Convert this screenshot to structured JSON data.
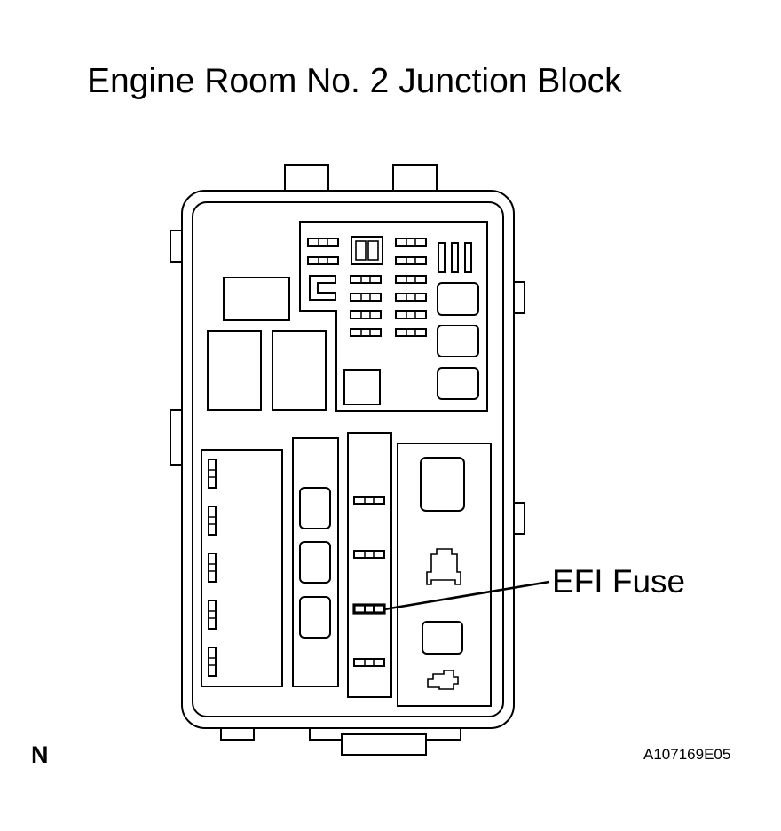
{
  "title": "Engine Room No. 2 Junction Block",
  "callout": {
    "label": "EFI Fuse"
  },
  "corner_label": "N",
  "figure_id": "A107169E05",
  "colors": {
    "line": "#000000",
    "background": "#ffffff"
  }
}
